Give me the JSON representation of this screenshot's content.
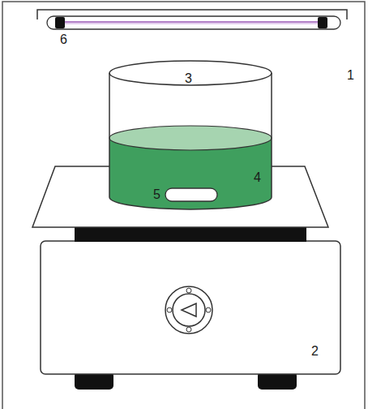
{
  "diagram": {
    "labels": [
      "6",
      "3",
      "1",
      "4",
      "5",
      "2"
    ]
  }
}
